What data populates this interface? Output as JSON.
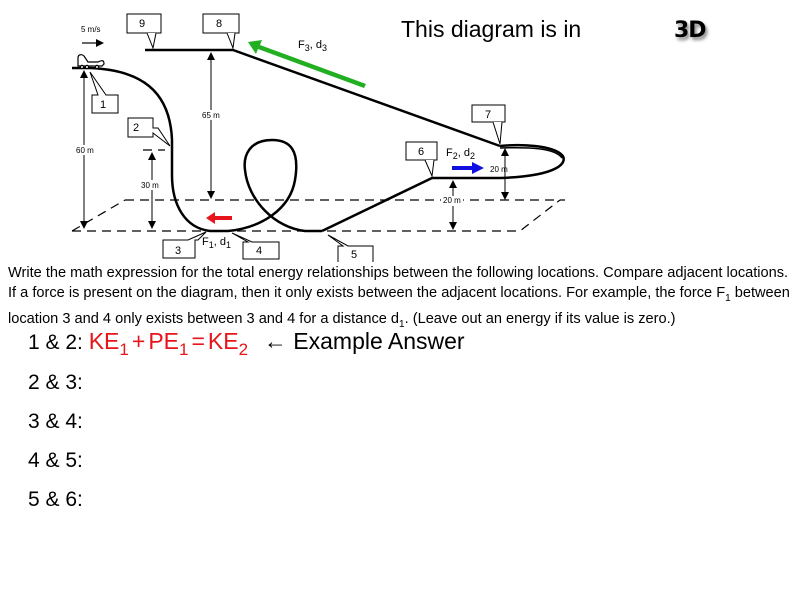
{
  "header": {
    "title": "This diagram is in",
    "badge": "3D"
  },
  "diagram": {
    "initial_speed": "5 m/s",
    "heights": {
      "h1": "60 m",
      "h2": "30 m",
      "h8": "65 m",
      "h6": "20 m",
      "h7": "20 m"
    },
    "location_labels": [
      "1",
      "2",
      "3",
      "4",
      "5",
      "6",
      "7",
      "8",
      "9"
    ],
    "forces": {
      "f1": {
        "F": "F",
        "F_sub": "1",
        "d": "d",
        "d_sub": "1",
        "color": "#e8141b"
      },
      "f2": {
        "F": "F",
        "F_sub": "2",
        "d": "d",
        "d_sub": "2",
        "color": "#1010e0"
      },
      "f3": {
        "F": "F",
        "F_sub": "3",
        "d": "d",
        "d_sub": "3",
        "color": "#22b022"
      }
    }
  },
  "instructions": {
    "line1": "Write the math expression for the total energy relationships between the following locations. Compare adjacent locations.  If a force is present on the diagram, then it only exists between the adjacent locations. For example, the force ",
    "f_sym": "F",
    "f_sub": "1",
    "line2": " between location 3 and 4 only exists between 3 and 4 for a distance d",
    "d_sub": "1",
    "line3": ". (Leave out an energy if its value is zero.)"
  },
  "questions": [
    {
      "label": "1 & 2:",
      "answer": {
        "t1": "KE",
        "s1": "1",
        "op1": "+",
        "t2": "PE",
        "s2": "1",
        "op2": "=",
        "t3": "KE",
        "s3": "2"
      },
      "note": "← Example Answer"
    },
    {
      "label": "2 & 3:"
    },
    {
      "label": "3 & 4:"
    },
    {
      "label": "4 & 5:"
    },
    {
      "label": "5 & 6:"
    }
  ],
  "colors": {
    "answer_red": "#e8141b",
    "force_red": "#e8141b",
    "force_blue": "#1010e0",
    "force_green": "#22b022"
  }
}
